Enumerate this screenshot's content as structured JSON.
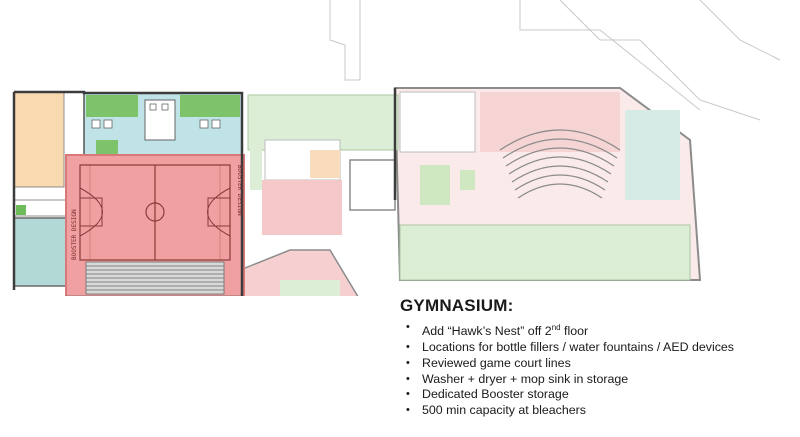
{
  "plan": {
    "court_label_left": "BOOSTER DESIGN",
    "court_label_right": "BOOSTER DESIGN",
    "colors": {
      "gym": "#f0a0a0",
      "gym_border": "#d87878",
      "locker": "#bfe3e6",
      "green": "#c6e4b8",
      "faded_green": "#dcefd6",
      "faded_pink": "#f4c8c8",
      "orange": "#f9d9b0",
      "teal": "#b3d9d6",
      "wall": "#7a7a7a",
      "court_line": "#8a3a3a"
    }
  },
  "notes": {
    "title": "GYMNASIUM",
    "title_colon": ":",
    "items": [
      {
        "bullet": "•",
        "text": "Add “Hawk’s Nest” off 2",
        "sup": "nd",
        "tail": " floor"
      },
      {
        "bullet": "•",
        "text": "Locations for bottle fillers / water fountains / AED devices"
      },
      {
        "bullet": "•",
        "text": "Reviewed game court lines"
      },
      {
        "bullet": "•",
        "text": "Washer + dryer + mop sink in storage"
      },
      {
        "bullet": "•",
        "text": "Dedicated Booster storage"
      },
      {
        "bullet": "•",
        "text": "500 min capacity at bleachers"
      }
    ]
  }
}
